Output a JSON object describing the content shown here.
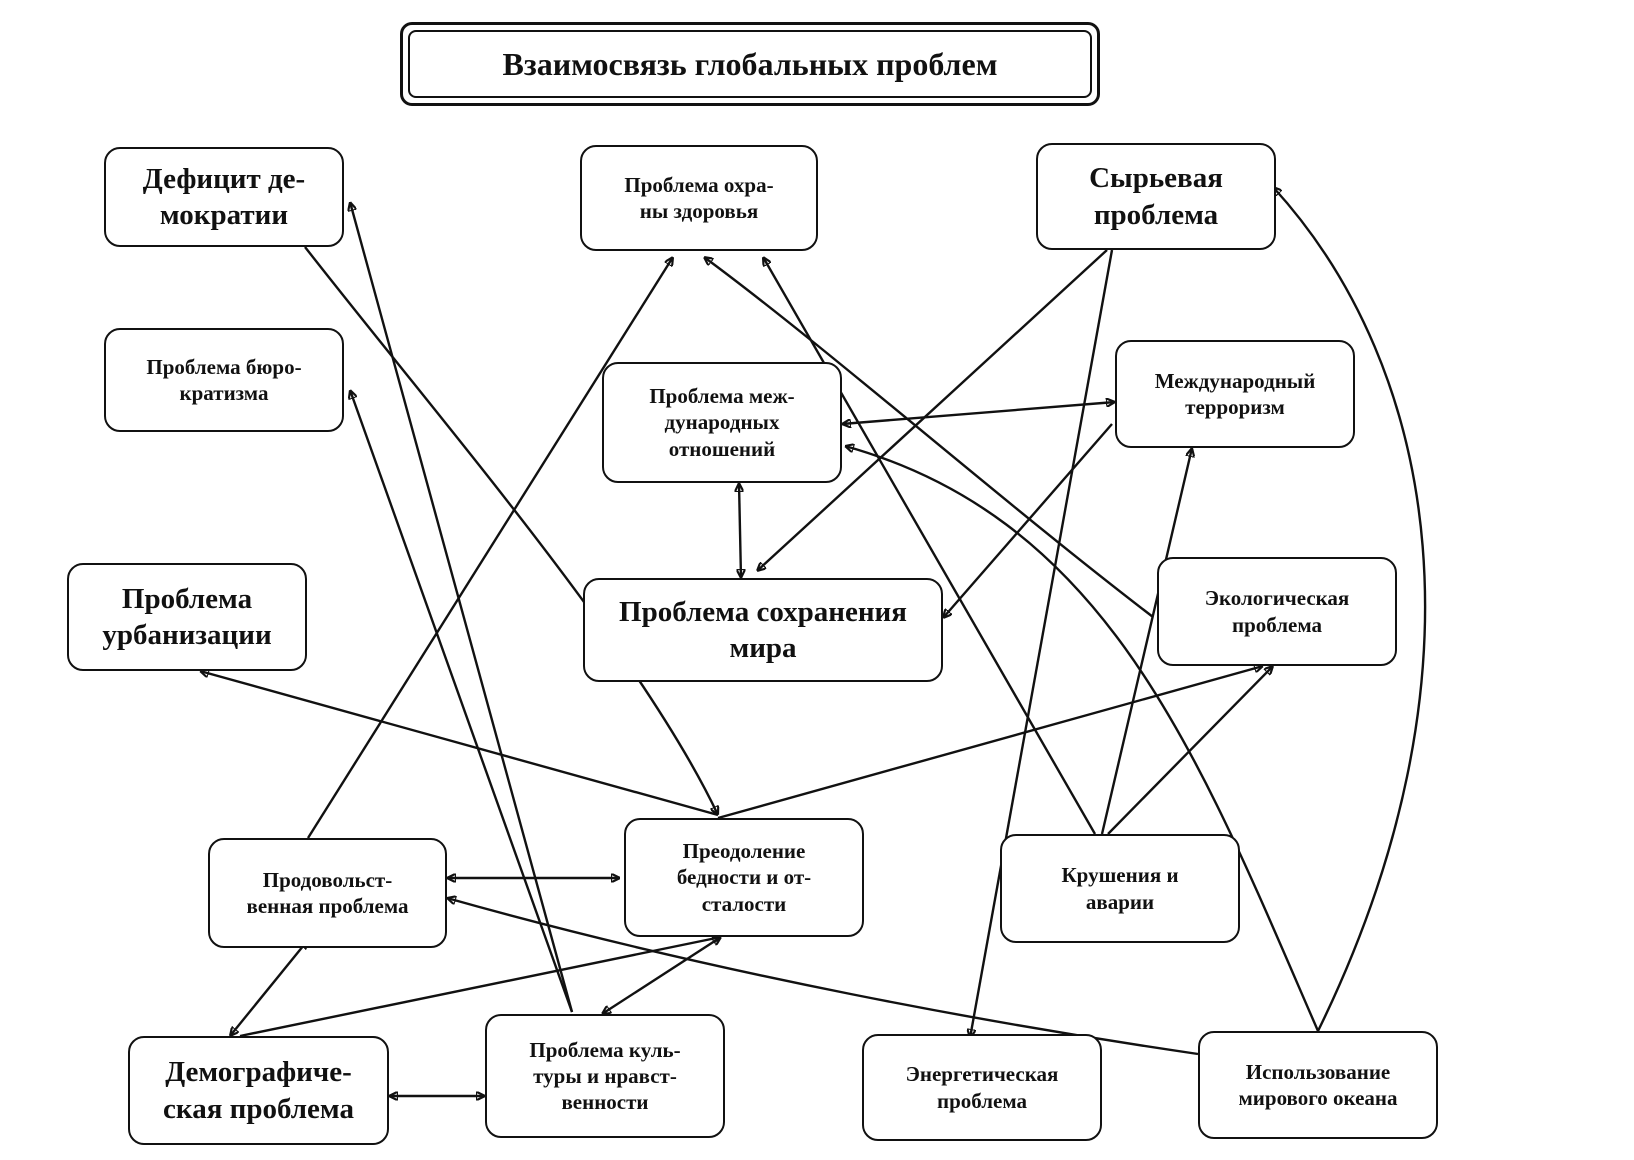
{
  "title": "Взаимосвязь глобальных проблем",
  "nodes": {
    "democracy": "Дефицит де-\nмократии",
    "health": "Проблема охра-\nны здоровья",
    "raw": "Сырьевая\nпроблема",
    "bureaucracy": "Проблема бюро-\nкратизма",
    "intl": "Проблема меж-\nдународных\nотношений",
    "terror": "Международный\nтерроризм",
    "peace": "Проблема сохранения\nмира",
    "urban": "Проблема\nурбанизации",
    "ecology": "Экологическая\nпроблема",
    "food": "Продовольст-\nвенная проблема",
    "poverty": "Преодоление\nбедности и от-\nсталости",
    "accidents": "Крушения и\nаварии",
    "demography": "Демографиче-\nская проблема",
    "culture": "Проблема куль-\nтуры и нравст-\nвенности",
    "energy": "Энергетическая\nпроблема",
    "ocean": "Использование\nмирового океана"
  }
}
